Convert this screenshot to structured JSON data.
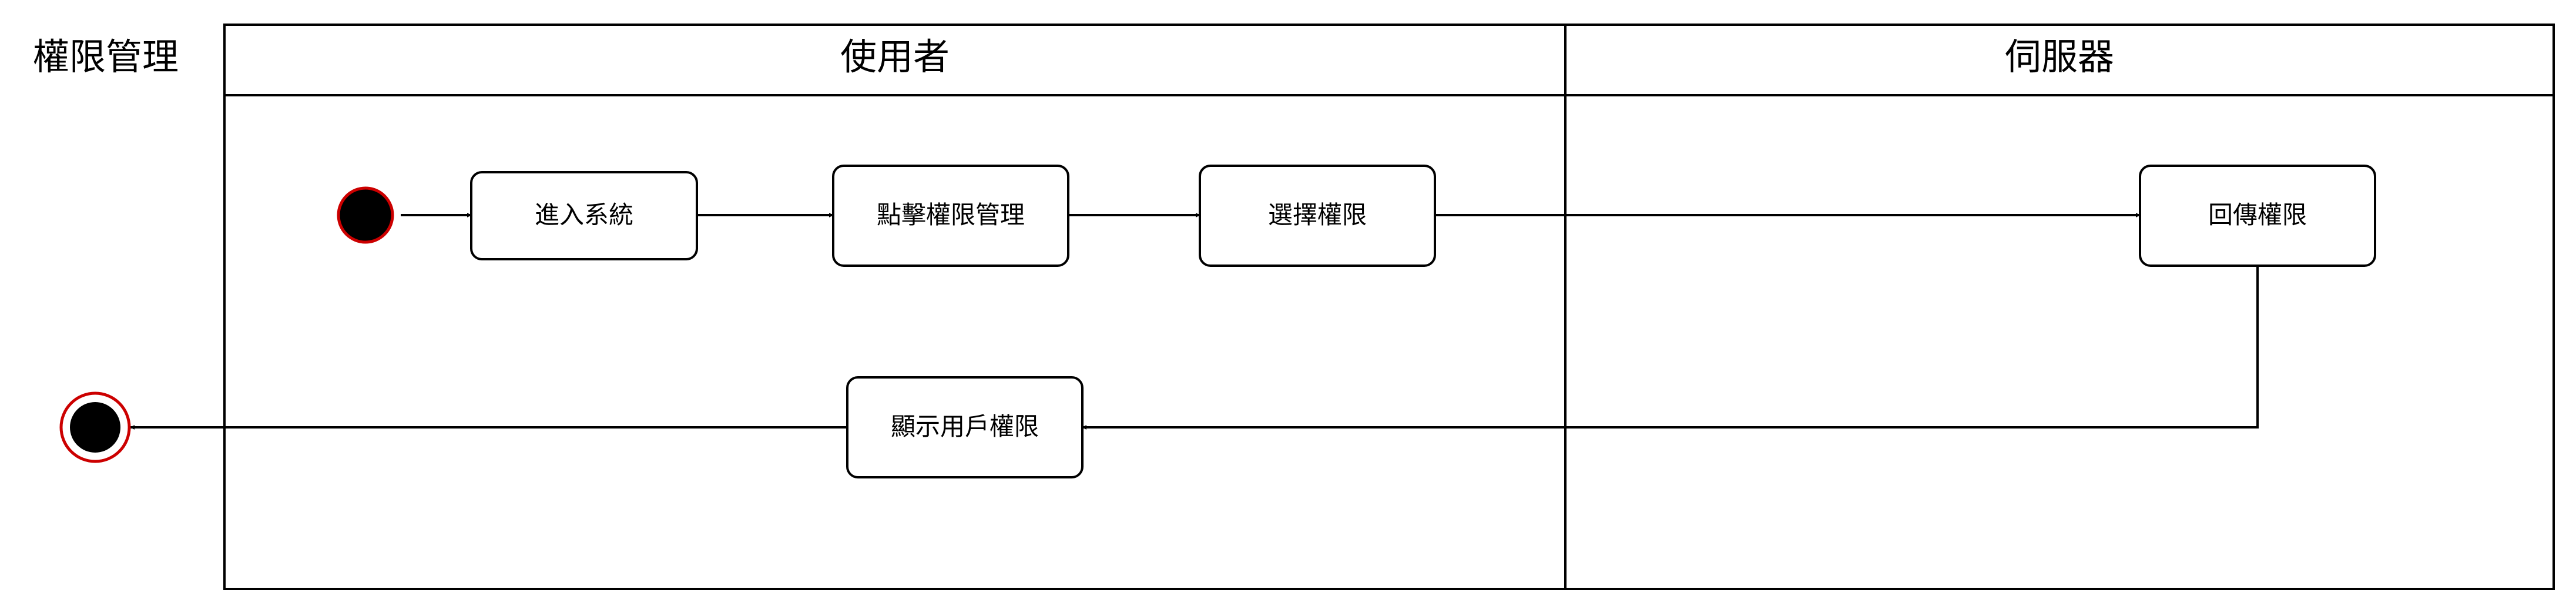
{
  "diagram": {
    "title": "權限管理",
    "lanes": [
      {
        "label": "使用者"
      },
      {
        "label": "伺服器"
      }
    ],
    "nodes": {
      "enter_system": "進入系統",
      "click_permission": "點擊權限管理",
      "select_permission": "選擇權限",
      "return_permission": "回傳權限",
      "show_permission": "顯示用戶權限"
    },
    "colors": {
      "line": "#000000",
      "node_fill": "#ffffff",
      "start_fill": "#000000",
      "start_stroke": "#cc0000",
      "end_ring": "#cc0000"
    }
  }
}
